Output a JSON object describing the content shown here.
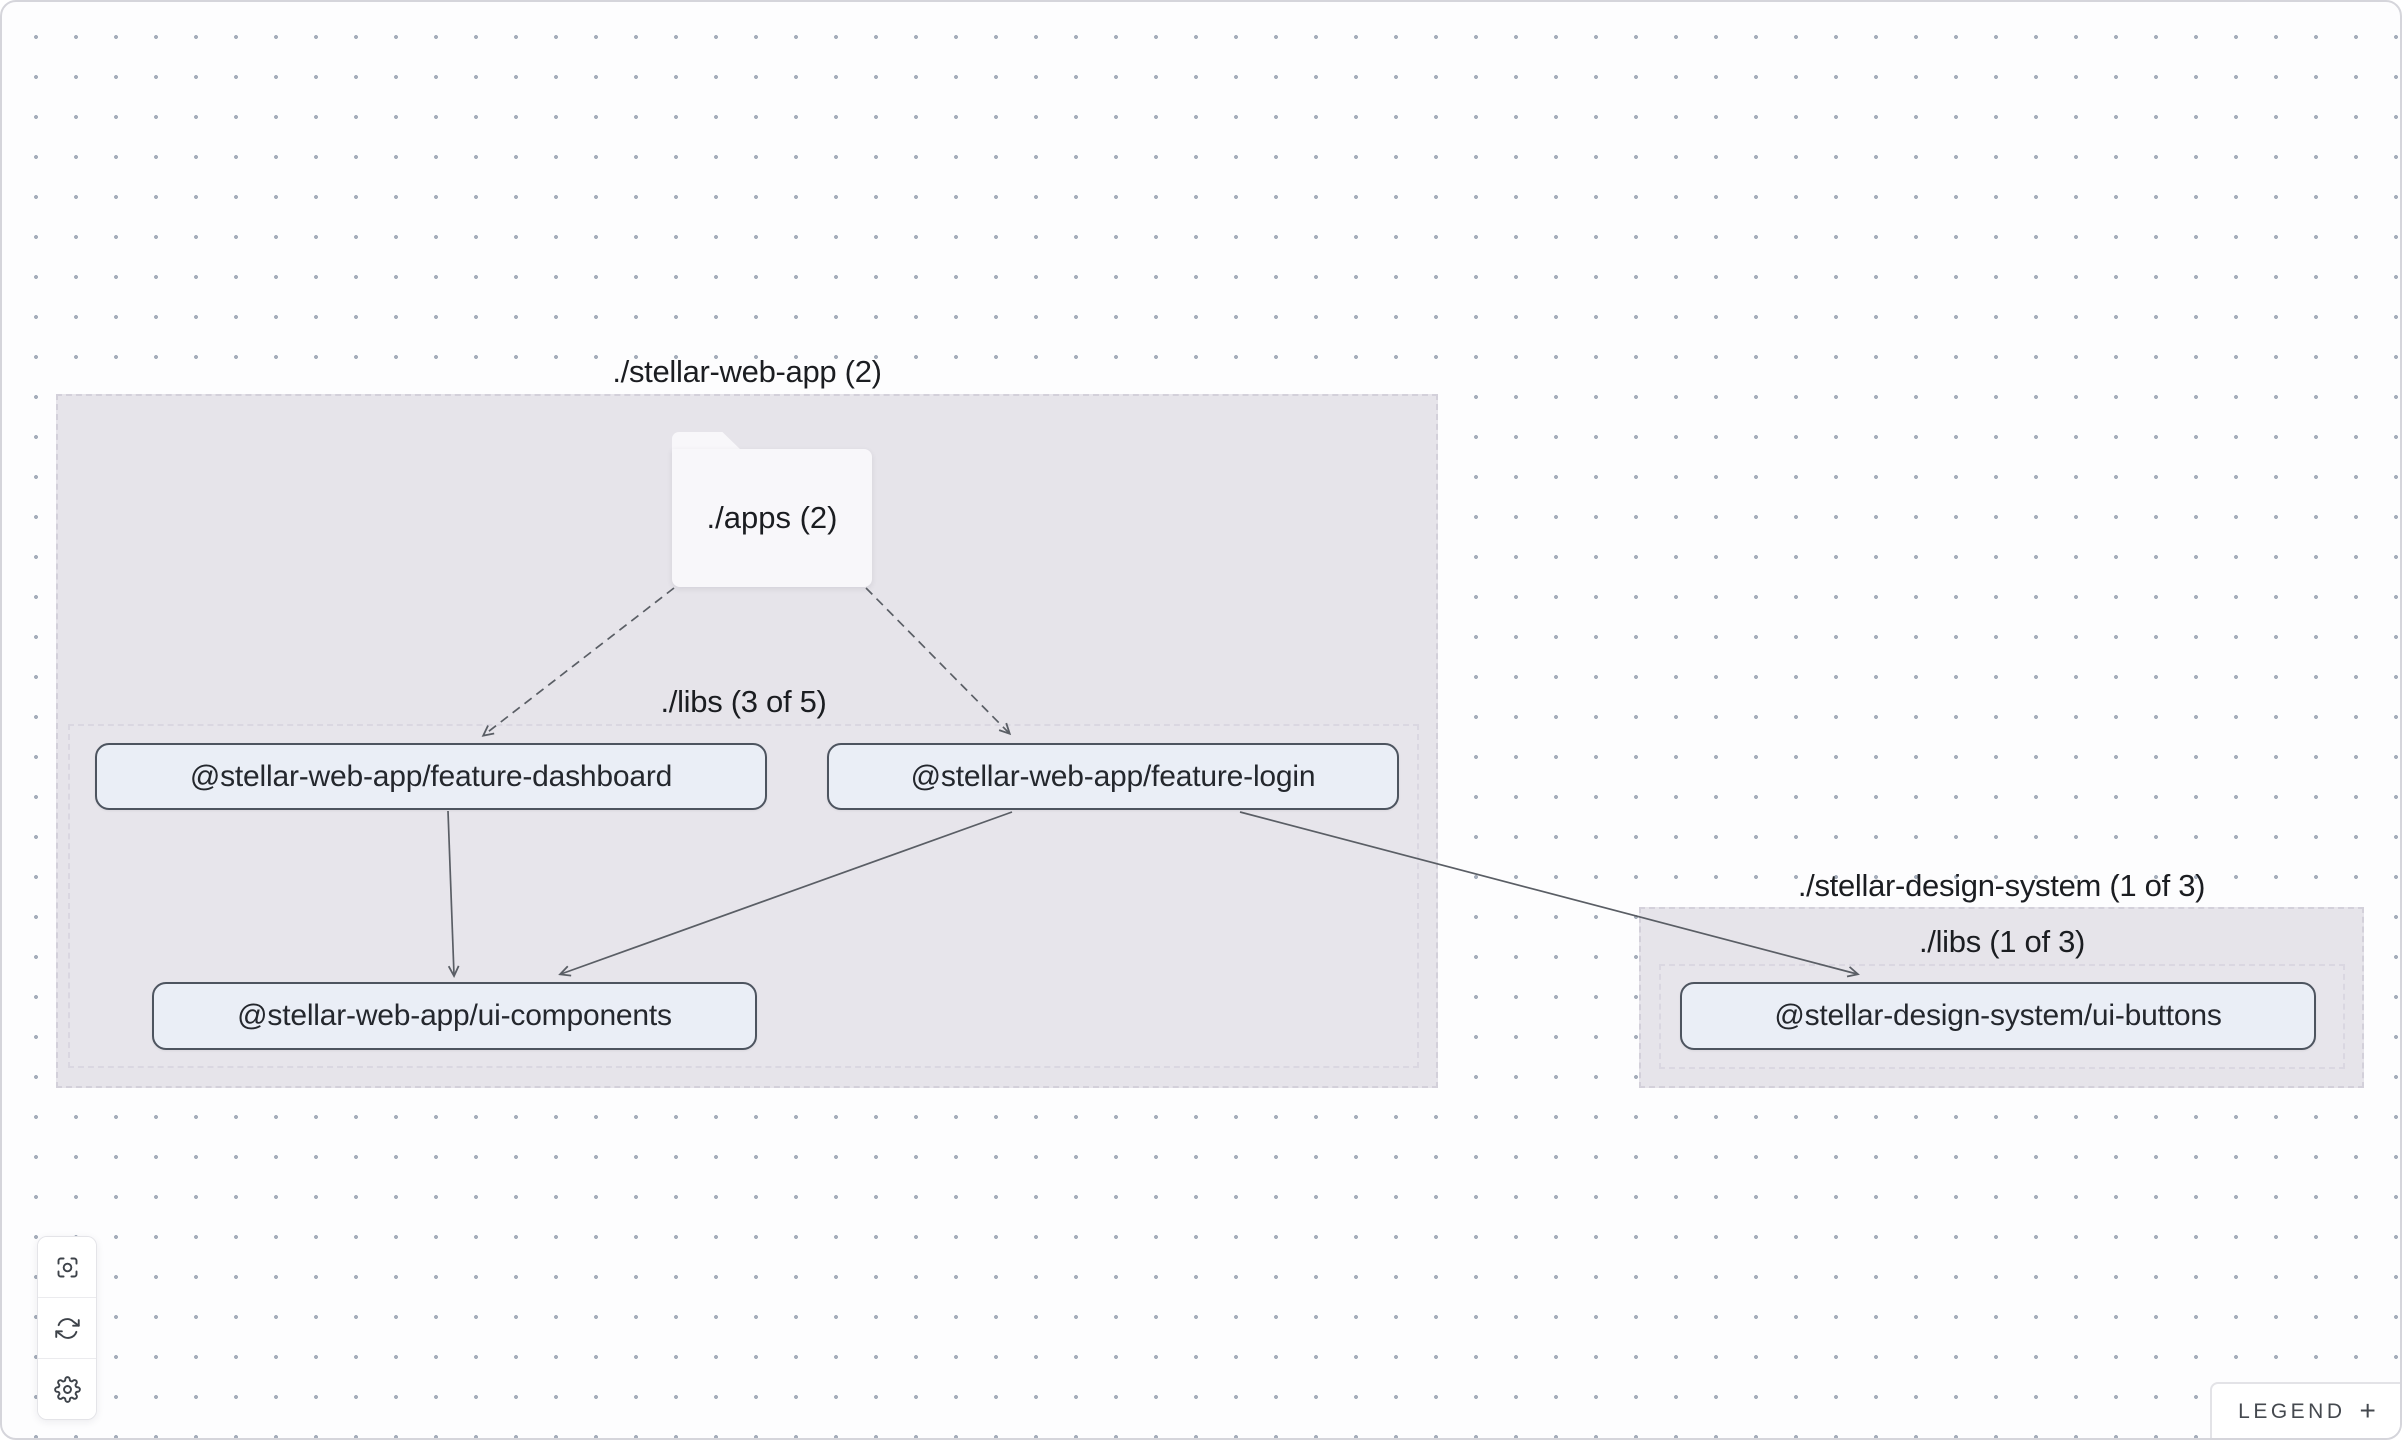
{
  "groups": {
    "web_app": {
      "title": "./stellar-web-app (2)"
    },
    "design_system": {
      "title": "./stellar-design-system (1 of 3)"
    }
  },
  "folders": {
    "apps": {
      "label": "./apps (2)"
    }
  },
  "lib_groups": {
    "web_libs": {
      "label": "./libs (3 of 5)"
    },
    "design_libs": {
      "label": "./libs (1 of 3)"
    }
  },
  "nodes": {
    "feature_dashboard": {
      "label": "@stellar-web-app/feature-dashboard"
    },
    "feature_login": {
      "label": "@stellar-web-app/feature-login"
    },
    "ui_components": {
      "label": "@stellar-web-app/ui-components"
    },
    "ui_buttons": {
      "label": "@stellar-design-system/ui-buttons"
    }
  },
  "controls": {
    "focus": "focus",
    "refresh": "refresh",
    "settings": "settings"
  },
  "legend": {
    "label": "LEGEND",
    "plus": "+"
  },
  "colors": {
    "canvas_bg": "#fdfdfe",
    "dot_grid": "#a6aebb",
    "group_fill": "#e6e4ea",
    "group_border": "#d3d0da",
    "node_fill": "#eaeef6",
    "node_border": "#4d545f",
    "edge": "#5a5e65",
    "text": "#1b1d21"
  }
}
